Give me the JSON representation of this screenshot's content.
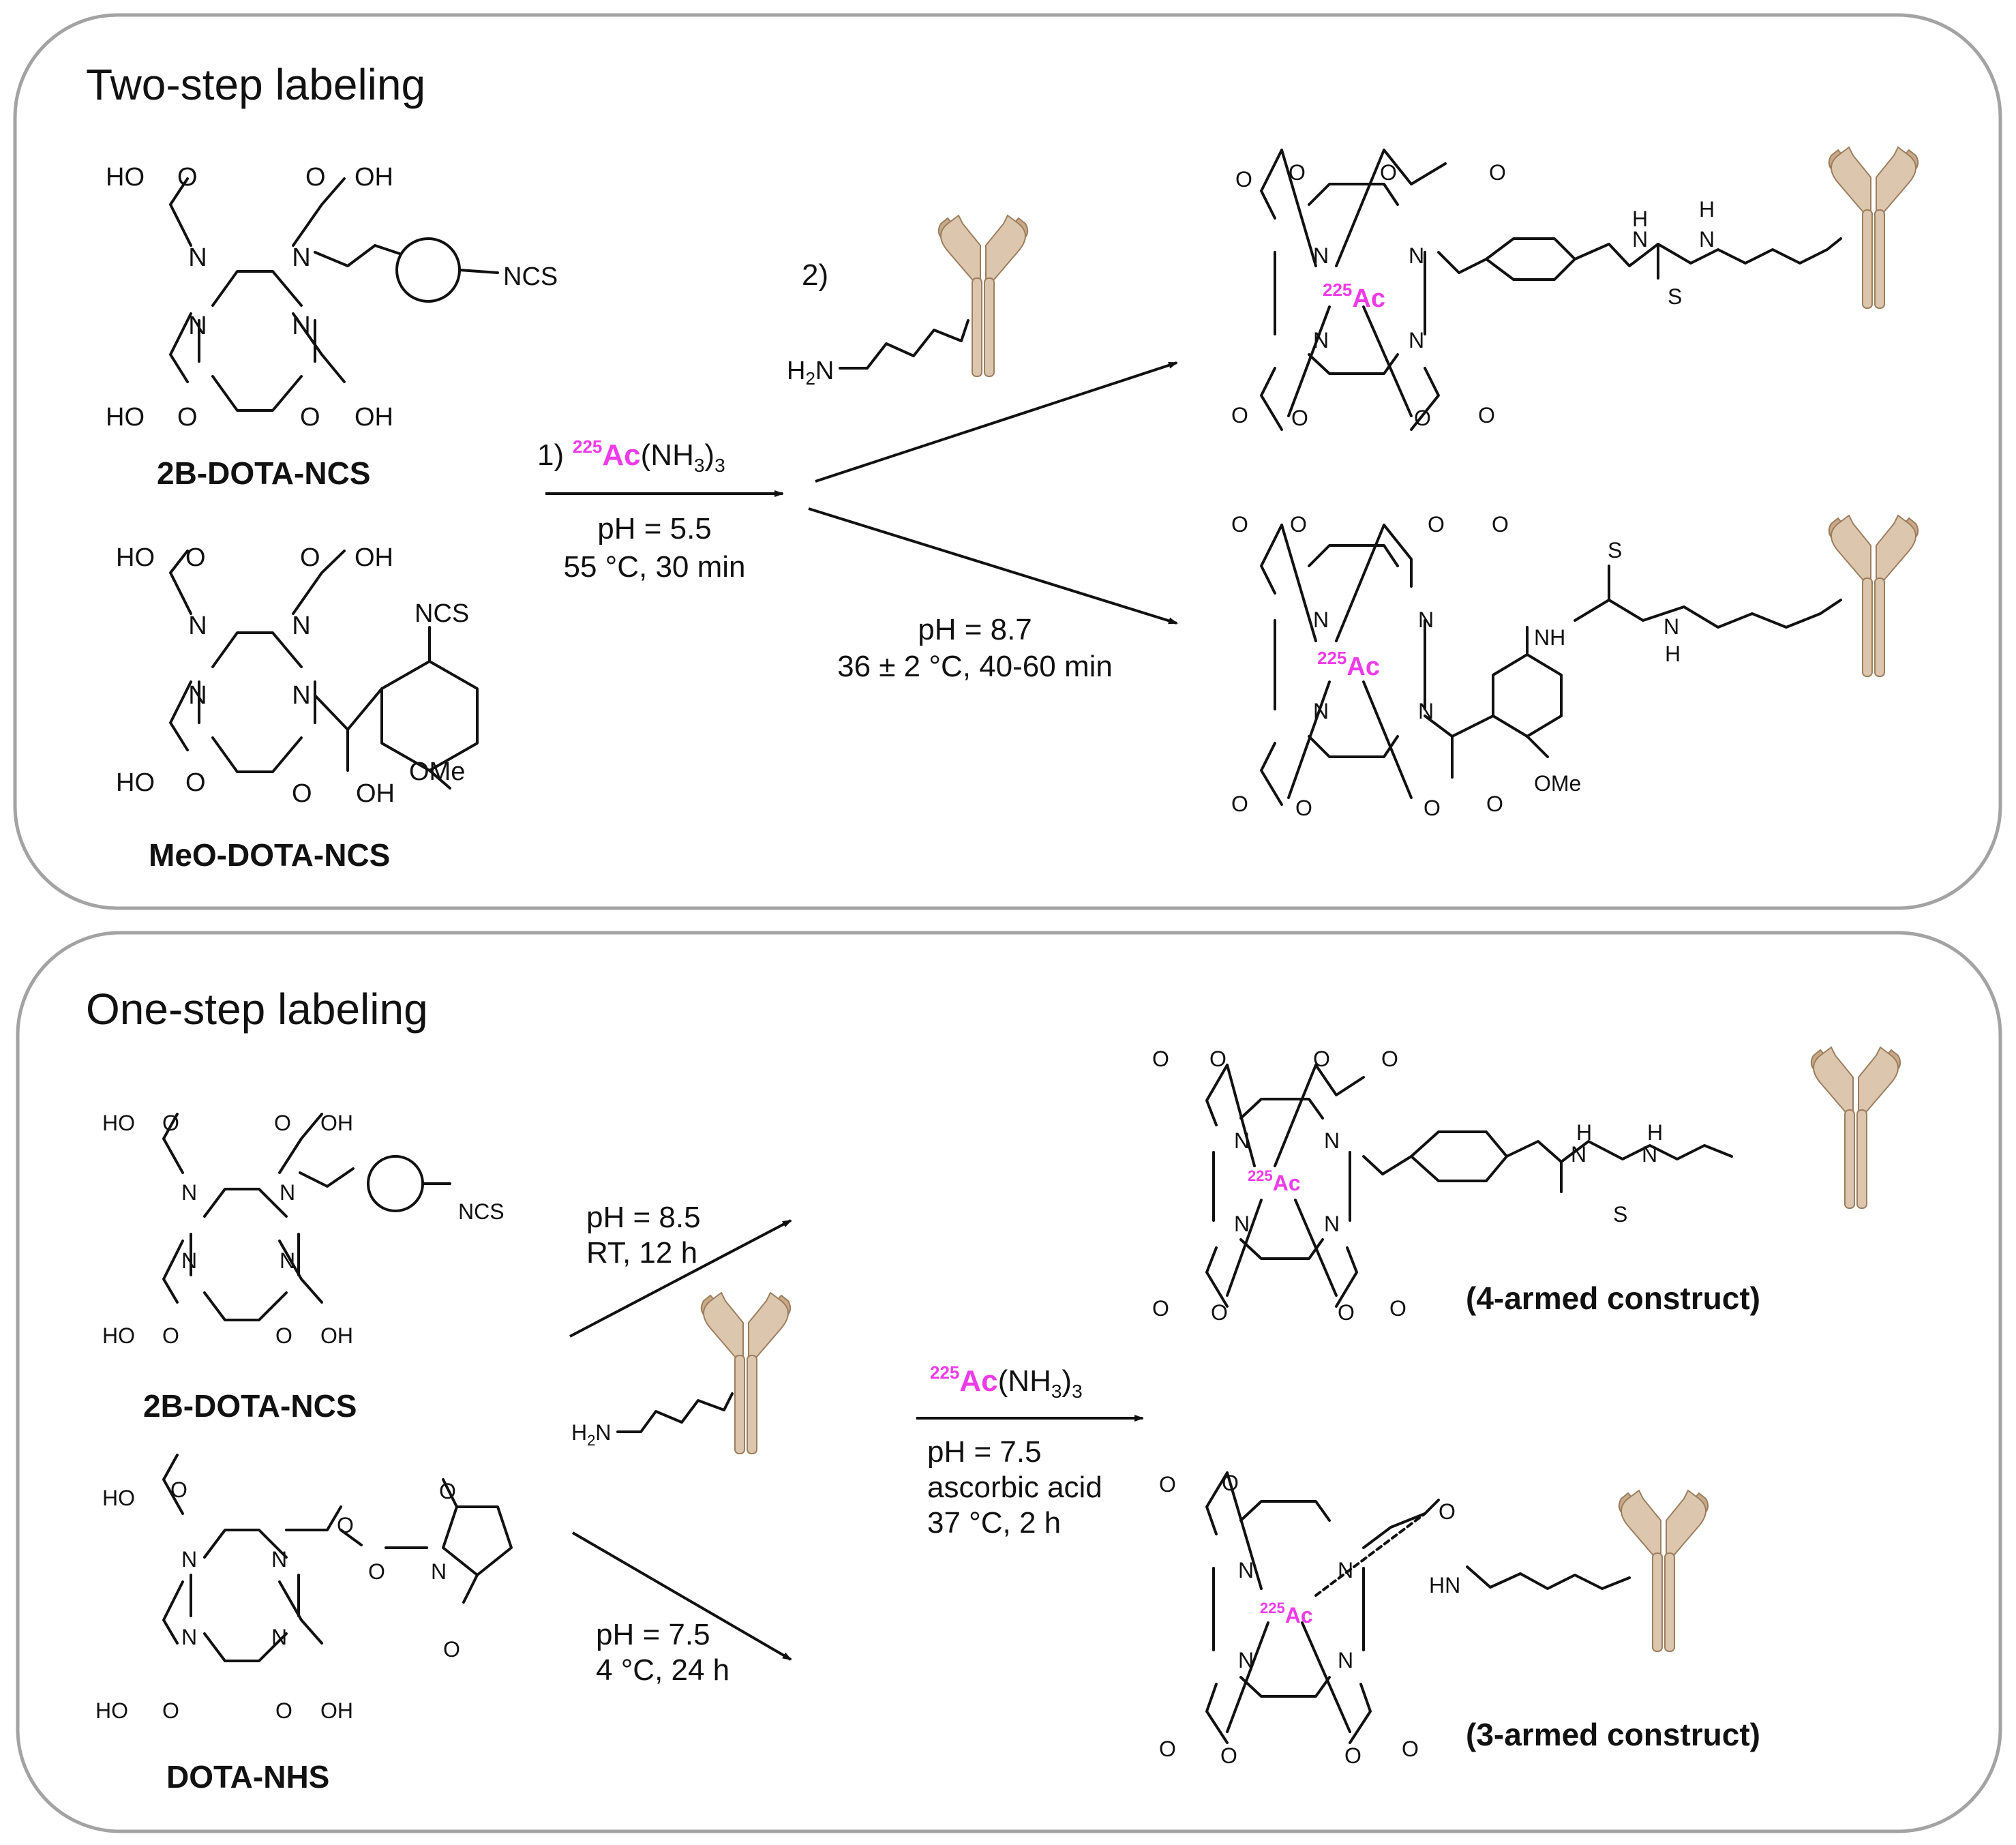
{
  "panels": {
    "two_step": {
      "title": "Two-step labeling",
      "reagent_step1": "1)",
      "ac_reagent_sup": "225",
      "ac_reagent_el": "Ac",
      "ac_reagent_rest": "(NH",
      "ac_reagent_sub": "3",
      "ac_reagent_close": ")",
      "ac_reagent_sub2": "3",
      "cond1_line1": "pH = 5.5",
      "cond1_line2": "55 °C, 30 min",
      "cond2_line1": "pH = 8.7",
      "cond2_line2": "36 ± 2 °C, 40-60 min",
      "reagent_step2": "2)",
      "compound_a": "2B-DOTA-NCS",
      "compound_b": "MeO-DOTA-NCS"
    },
    "one_step": {
      "title": "One-step labeling",
      "cond_upper_line1": "pH = 8.5",
      "cond_upper_line2": "RT, 12 h",
      "cond_lower_line1": "pH = 7.5",
      "cond_lower_line2": "4 °C, 24 h",
      "ac_sup": "225",
      "ac_el": "Ac",
      "ac_rest": "(NH",
      "ac_sub": "3",
      "ac_close": ")",
      "ac_sub2": "3",
      "cond_final_line1": "pH = 7.5",
      "cond_final_line2": "ascorbic acid",
      "cond_final_line3": "37 °C, 2 h",
      "compound_a": "2B-DOTA-NCS",
      "compound_b": "DOTA-NHS",
      "product_a": "(4-armed construct)",
      "product_b": "(3-armed construct)"
    }
  },
  "atoms": {
    "ho": "HO",
    "oh": "OH",
    "o": "O",
    "n": "N",
    "ncs": "NCS",
    "ome": "OMe",
    "h2n_h": "H",
    "h2n_sub": "2",
    "h2n_n": "N",
    "h": "H",
    "nh": "NH",
    "hn": "HN",
    "s": "S",
    "ac_sup": "225",
    "ac_el": "Ac"
  },
  "colors": {
    "actinium": "#ee3be8",
    "antibody_dark": "#c8aa8a",
    "antibody_light": "#dcc6ad",
    "panel_border": "#a3a3a3"
  }
}
